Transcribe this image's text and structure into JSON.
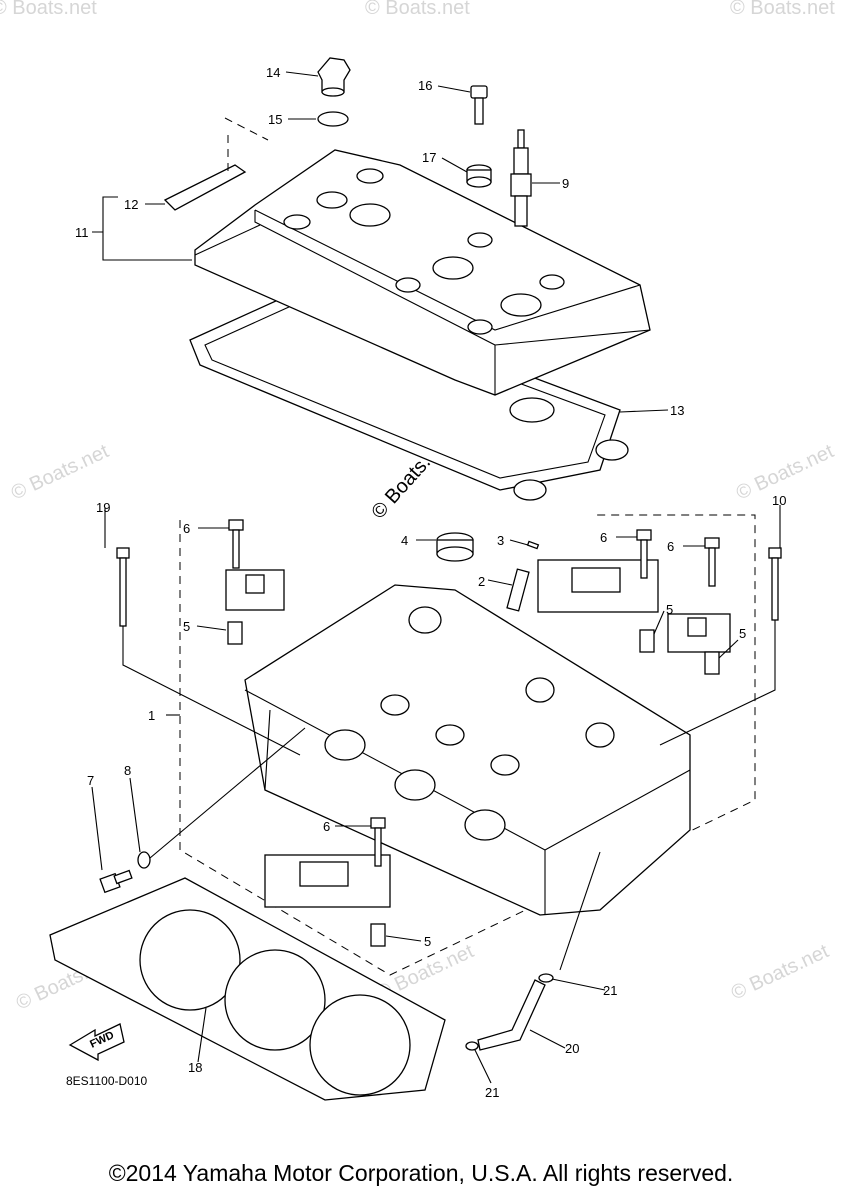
{
  "diagram": {
    "reference_code": "8ES1100-D010",
    "fwd_label": "FWD",
    "watermark": "© Boats.net",
    "callouts": {
      "c1": "1",
      "c2": "2",
      "c3": "3",
      "c4": "4",
      "c5a": "5",
      "c5b": "5",
      "c5c": "5",
      "c5d": "5",
      "c6a": "6",
      "c6b": "6",
      "c6c": "6",
      "c6d": "6",
      "c7": "7",
      "c8": "8",
      "c9": "9",
      "c10": "10",
      "c11": "11",
      "c12": "12",
      "c13": "13",
      "c14": "14",
      "c15": "15",
      "c16": "16",
      "c17": "17",
      "c18": "18",
      "c19": "19",
      "c20": "20",
      "c21a": "21",
      "c21b": "21"
    }
  },
  "footer": {
    "copyright": "©2014 Yamaha Motor Corporation, U.S.A. All rights reserved."
  }
}
